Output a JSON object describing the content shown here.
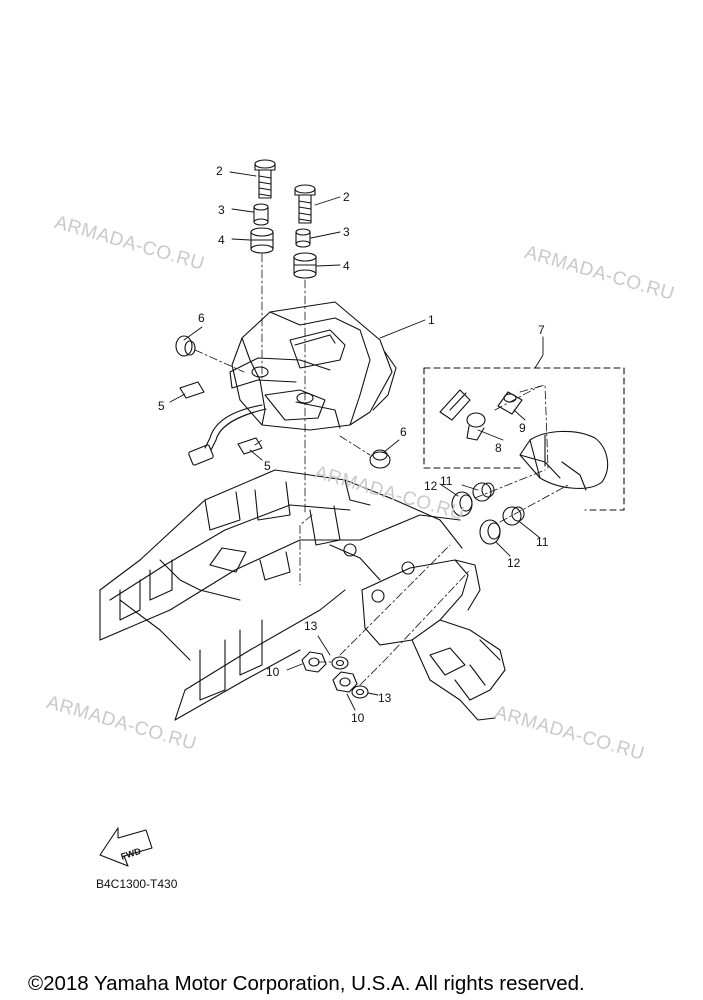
{
  "watermark": "ARMADA-CO.RU",
  "callouts": {
    "c1": "1",
    "c2a": "2",
    "c2b": "2",
    "c3a": "3",
    "c3b": "3",
    "c4a": "4",
    "c4b": "4",
    "c5a": "5",
    "c5b": "5",
    "c6a": "6",
    "c6b": "6",
    "c7": "7",
    "c8": "8",
    "c9": "9",
    "c10a": "10",
    "c10b": "10",
    "c11a": "11",
    "c11b": "11",
    "c12a": "12",
    "c12b": "12",
    "c13a": "13",
    "c13b": "13"
  },
  "fwd_label": "FWD",
  "diagram_code": "B4C1300-T430",
  "copyright": "©2018 Yamaha Motor Corporation, U.S.A. All rights reserved."
}
